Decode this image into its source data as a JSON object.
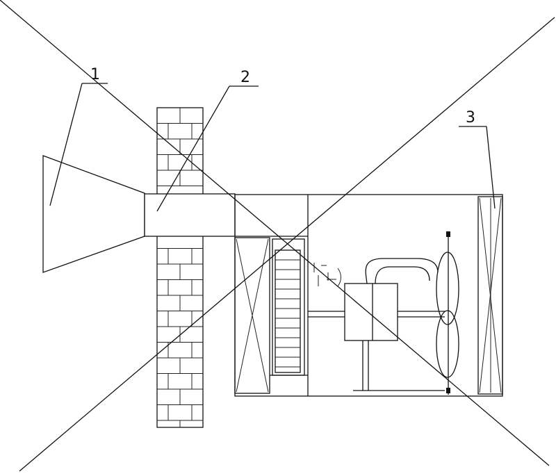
{
  "diagram": {
    "callouts": [
      {
        "id": "1",
        "label": "1"
      },
      {
        "id": "2",
        "label": "2"
      },
      {
        "id": "3",
        "label": "3"
      }
    ],
    "colors": {
      "line": "#111111",
      "background": "#ffffff"
    }
  }
}
